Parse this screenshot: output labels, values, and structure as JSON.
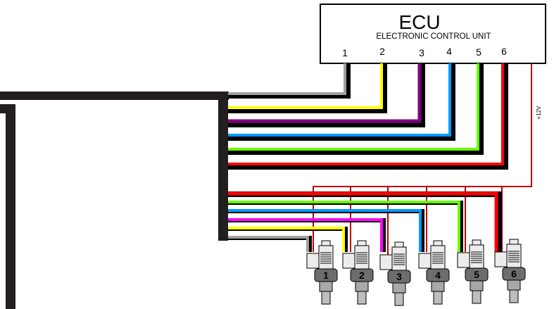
{
  "ecu": {
    "title": "ECU",
    "subtitle": "ELECTRONIC CONTROL UNIT",
    "pins": [
      "1",
      "2",
      "3",
      "4",
      "5",
      "6"
    ]
  },
  "supply_label": "+12V",
  "injectors": [
    "1",
    "2",
    "3",
    "4",
    "5",
    "6"
  ],
  "wire_colors": {
    "cyl1": "#a0a0a0",
    "cyl2": "#ffff00",
    "cyl3": "#800080",
    "cyl3_lower": "#ff00ff",
    "cyl4": "#0099ff",
    "cyl5": "#66ff00",
    "cyl6": "#ff0000",
    "harness": "#231f20",
    "supply": "#c00000"
  }
}
